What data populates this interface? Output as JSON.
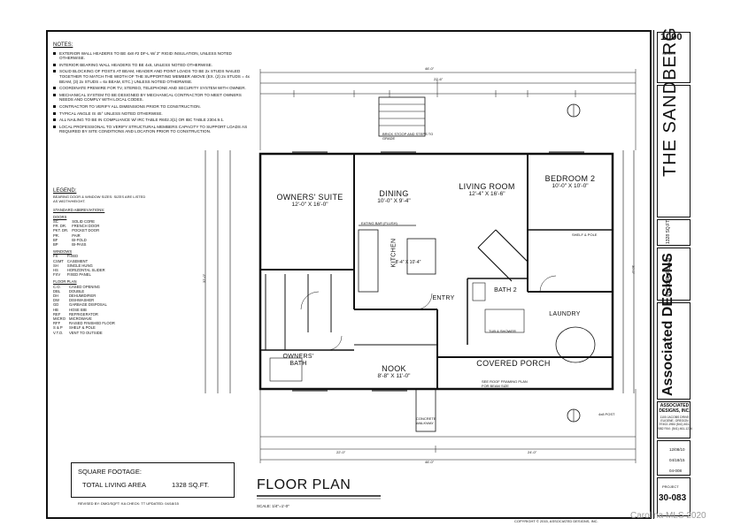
{
  "notes": {
    "heading": "NOTES:",
    "items": [
      "EXTERIOR WALL HEADERS TO BE 4x8 #2 DF-L W/ 2\" RIGID INSULATION, UNLESS NOTED OTHERWISE.",
      "INTERIOR BEARING WALL HEADERS TO BE 4x6, UNLESS NOTED OTHERWISE.",
      "SOLID BLOCKING OF POSTS AT BEAM, HEADER AND POINT LOADS TO BE 2x STUDS NAILED TOGETHER TO MATCH THE WIDTH OF THE SUPPORTING MEMBER ABOVE (EX. (2) 2x STUDS = 4x BEAM, (3) 2x STUDS = 6x BEAM, ETC.) UNLESS NOTED OTHERWISE.",
      "COORDINATE PREWIRE FOR TV, STEREO, TELEPHONE AND SECURITY SYSTEM WITH OWNER.",
      "MECHANICAL SYSTEM TO BE DESIGNED BY MECHANICAL CONTRACTOR TO MEET OWNERS NEEDS AND COMPLY WITH LOCAL CODES.",
      "CONTRACTOR TO VERIFY ALL DIMENSIONS PRIOR TO CONSTRUCTION.",
      "TYPICAL ANGLE IS 45° UNLESS NOTED OTHERWISE.",
      "ALL NAILING TO BE IN COMPLIANCE W/ IRC TABLE R602.3(1) OR IBC TABLE 2304.9.1.",
      "LOCAL PROFESSIONAL TO VERIFY STRUCTURAL MEMBERS CAPACITY TO SUPPORT LOADS AS REQUIRED BY SITE CONDITIONS AND LOCATION PRIOR TO CONSTRUCTION."
    ]
  },
  "legend": {
    "heading": "LEGEND:",
    "sub": "BEARING DOOR & WINDOW SIZES: SIZES ARE LISTED AS WIDTH/HEIGHT.",
    "std_heading": "STANDARD ABBREVIATIONS:",
    "doors_heading": "DOORS",
    "doors": [
      [
        "SC",
        "SOLID CORE"
      ],
      [
        "FR. DR.",
        "FRENCH DOOR"
      ],
      [
        "PKT. DR.",
        "POCKET DOOR"
      ],
      [
        "PR.",
        "PAIR"
      ],
      [
        "BF",
        "BI-FOLD"
      ],
      [
        "BP",
        "BI-PASS"
      ]
    ],
    "windows_heading": "WINDOWS",
    "windows": [
      [
        "FX",
        "FIXED"
      ],
      [
        "CSMT",
        "CASEMENT"
      ],
      [
        "SH",
        "SINGLE HUNG"
      ],
      [
        "HS",
        "HORIZONTAL SLIDER"
      ],
      [
        "FXV",
        "FIXED PANEL"
      ]
    ],
    "floor_heading": "FLOOR PLAN",
    "floor": [
      [
        "C.O.",
        "CASED OPENING"
      ],
      [
        "DBL",
        "DOUBLE"
      ],
      [
        "DH",
        "DEHUMIDIFIER"
      ],
      [
        "DW",
        "DISHWASHER"
      ],
      [
        "GD",
        "GARBAGE DISPOSAL"
      ],
      [
        "HB",
        "HOSE BIB"
      ],
      [
        "REF",
        "REFRIGERATOR"
      ],
      [
        "MICRO",
        "MICROWAVE"
      ],
      [
        "RFF",
        "RAISED FINISHED FLOOR"
      ],
      [
        "S & P",
        "SHELF & POLE"
      ],
      [
        "V.T.O.",
        "VENT TO OUTSIDE"
      ]
    ]
  },
  "rooms": {
    "owners_suite": {
      "name": "OWNERS' SUITE",
      "dims": "12'-0\" X 16'-0\""
    },
    "dining": {
      "name": "DINING",
      "dims": "10'-0\" X 9'-4\""
    },
    "living": {
      "name": "LIVING ROOM",
      "dims": "12'-4\" X 16'-6\""
    },
    "bedroom2": {
      "name": "BEDROOM 2",
      "dims": "10'-0\" X 10'-0\""
    },
    "kitchen": {
      "name": "KITCHEN",
      "dims": "8'-4\" X 10'-4\""
    },
    "bath2": {
      "name": "BATH 2"
    },
    "entry": {
      "name": "ENTRY"
    },
    "owners_bath": {
      "name": "OWNERS' BATH"
    },
    "nook": {
      "name": "NOOK",
      "dims": "8'-8\" X 11'-0\""
    },
    "porch": {
      "name": "COVERED PORCH"
    },
    "laundry": {
      "name": "LAUNDRY"
    }
  },
  "dims": {
    "top_overall": "46'-0\"",
    "top_mid": "22'-6\"",
    "bottom_overall": "46'-0\"",
    "bottom_left": "22'-0\"",
    "bottom_right": "24'-0\"",
    "right_overall": "30'-0\"",
    "left_overall": "32'-0\""
  },
  "annotations": {
    "stoop": "BRICK STOOP AND STEPS TO GRADE",
    "eating_bar": "EATING BAR (FLUSH)",
    "walkway": "CONCRETE WALKWAY",
    "tub": "TUB & SHOWER",
    "gas_ext": "4x8 POST",
    "shelf_pole": "SHELF & POLE",
    "porch_framing": "SEE ROOF FRAMING PLAN FOR BEAM SIZE"
  },
  "sqft": {
    "title": "SQUARE FOOTAGE:",
    "label": "TOTAL LIVING AREA",
    "value": "1328 SQ.FT."
  },
  "plan_title": "FLOOR PLAN",
  "scale": "SCALE: 1/4\"=1'-0\"",
  "revised": "REVISED BY: DMG/SQFT: KA     CHECK: TT     UPDATED: 04/18/15",
  "copyright": "COPYRIGHT © 2015, ASSOCIATED DESIGNS, INC.",
  "watermark": "Carolina MLS 2020",
  "title_block": {
    "series": "1000",
    "series_sub": "SERIES",
    "name": "THE SANDBERG",
    "sheet_name": "FLOOR PLAN",
    "company": "ASSOCIATED DESIGNS, INC.",
    "brand": "Associated DESIGNS",
    "address": "1100 JACOBS DRIVE EUGENE, OREGON 97402-1984 (541) 461-2082 FAX: (541) 461-1236",
    "project_label": "PROJECT",
    "project_no": "30-083",
    "dates": [
      "12/08/10",
      "04/18/15"
    ],
    "date_code": "04-008",
    "sqft_short": "1328 SQ.FT."
  }
}
